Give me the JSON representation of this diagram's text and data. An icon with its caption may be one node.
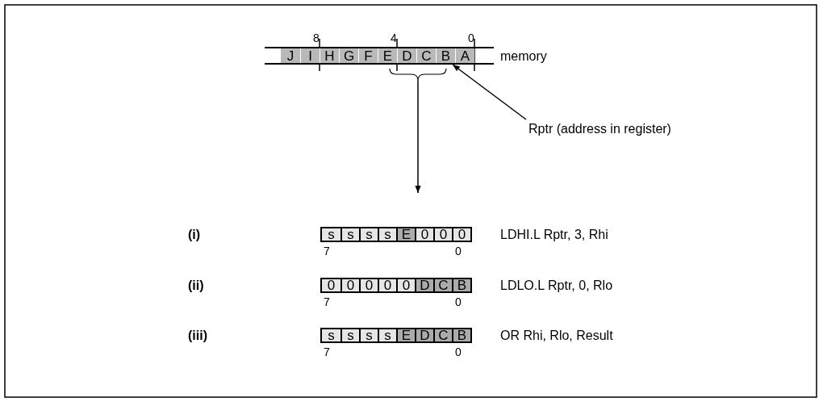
{
  "diagram": {
    "nodes": [
      {
        "text": [],
        "shape": "bar",
        "beside": [
          "memory"
        ]
      },
      {
        "text": [
          "J"
        ],
        "in": 0
      },
      {
        "text": [
          "I"
        ],
        "in": 0
      },
      {
        "text": [
          "H"
        ],
        "in": 0
      },
      {
        "text": [
          "G"
        ],
        "in": 0
      },
      {
        "text": [
          "F"
        ],
        "in": 0
      },
      {
        "text": [
          "E"
        ],
        "in": 0
      },
      {
        "text": [
          "D"
        ],
        "in": 0
      },
      {
        "text": [
          "C"
        ],
        "in": 0
      },
      {
        "text": [
          "B"
        ],
        "in": 0
      },
      {
        "text": [
          "A"
        ],
        "in": 0
      },
      {
        "text": [],
        "shape": "bar",
        "beside": [
          "LDHI.L Rptr, 3, Rhi"
        ]
      },
      {
        "text": [
          "s"
        ],
        "in": 11
      },
      {
        "text": [
          "s"
        ],
        "in": 11
      },
      {
        "text": [
          "s"
        ],
        "in": 11
      },
      {
        "text": [
          "s"
        ],
        "in": 11
      },
      {
        "text": [
          "E"
        ],
        "in": 11
      },
      {
        "text": [
          "0"
        ],
        "in": 11
      },
      {
        "text": [
          "0"
        ],
        "in": 11
      },
      {
        "text": [
          "0"
        ],
        "in": 11
      },
      {
        "text": [],
        "shape": "bar",
        "beside": [
          "LDLO.L Rptr, 0, Rlo"
        ]
      },
      {
        "text": [
          "0"
        ],
        "in": 20
      },
      {
        "text": [
          "0"
        ],
        "in": 20
      },
      {
        "text": [
          "0"
        ],
        "in": 20
      },
      {
        "text": [
          "0"
        ],
        "in": 20
      },
      {
        "text": [
          "0"
        ],
        "in": 20
      },
      {
        "text": [
          "D"
        ],
        "in": 20
      },
      {
        "text": [
          "C"
        ],
        "in": 20
      },
      {
        "text": [
          "B"
        ],
        "in": 20
      },
      {
        "text": [],
        "shape": "bar",
        "beside": [
          "OR Rhi, Rlo, Result"
        ]
      },
      {
        "text": [
          "s"
        ],
        "in": 29
      },
      {
        "text": [
          "s"
        ],
        "in": 29
      },
      {
        "text": [
          "s"
        ],
        "in": 29
      },
      {
        "text": [
          "s"
        ],
        "in": 29
      },
      {
        "text": [
          "E"
        ],
        "in": 29
      },
      {
        "text": [
          "D"
        ],
        "in": 29
      },
      {
        "text": [
          "C"
        ],
        "in": 29
      },
      {
        "text": [
          "B"
        ],
        "in": 29
      },
      {
        "text": [
          "Rptr (address in register)"
        ]
      }
    ],
    "edges": [
      {
        "from": 0,
        "to": 11,
        "arrow": "to"
      },
      {
        "from": 38,
        "to": 9,
        "arrow": "to"
      }
    ],
    "labels": [
      "8",
      "4",
      "0",
      "(i)",
      "7",
      "0",
      "(ii)",
      "7",
      "0",
      "(iii)",
      "7",
      "0"
    ]
  }
}
